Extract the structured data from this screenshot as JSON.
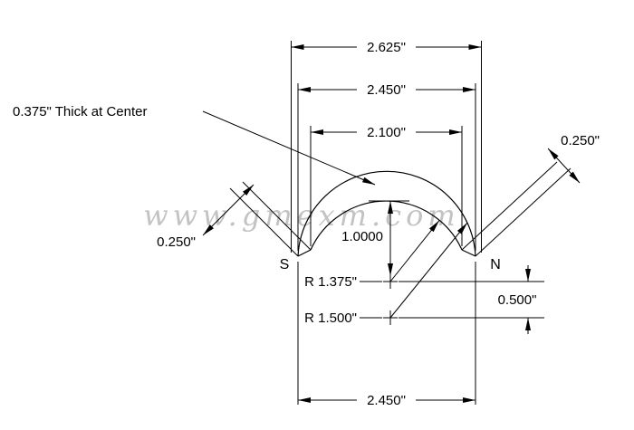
{
  "drawing": {
    "watermark": "www.gmexm.com",
    "labels": {
      "thickness_callout": "0.375\" Thick at Center",
      "pole_south": "S",
      "pole_north": "N"
    },
    "dims": {
      "overall_width": "2.625\"",
      "outer_chord": "2.450\"",
      "inner_chord": "2.100\"",
      "bottom_chord": "2.450\"",
      "end_thickness_left": "0.250\"",
      "end_thickness_right": "0.250\"",
      "height": "1.0000",
      "inner_radius": "R 1.375\"",
      "outer_radius": "R 1.500\"",
      "center_offset": "0.500\""
    },
    "colors": {
      "line": "#000000",
      "text": "#000000",
      "watermark": "#b5b5b5",
      "background": "#ffffff"
    }
  }
}
